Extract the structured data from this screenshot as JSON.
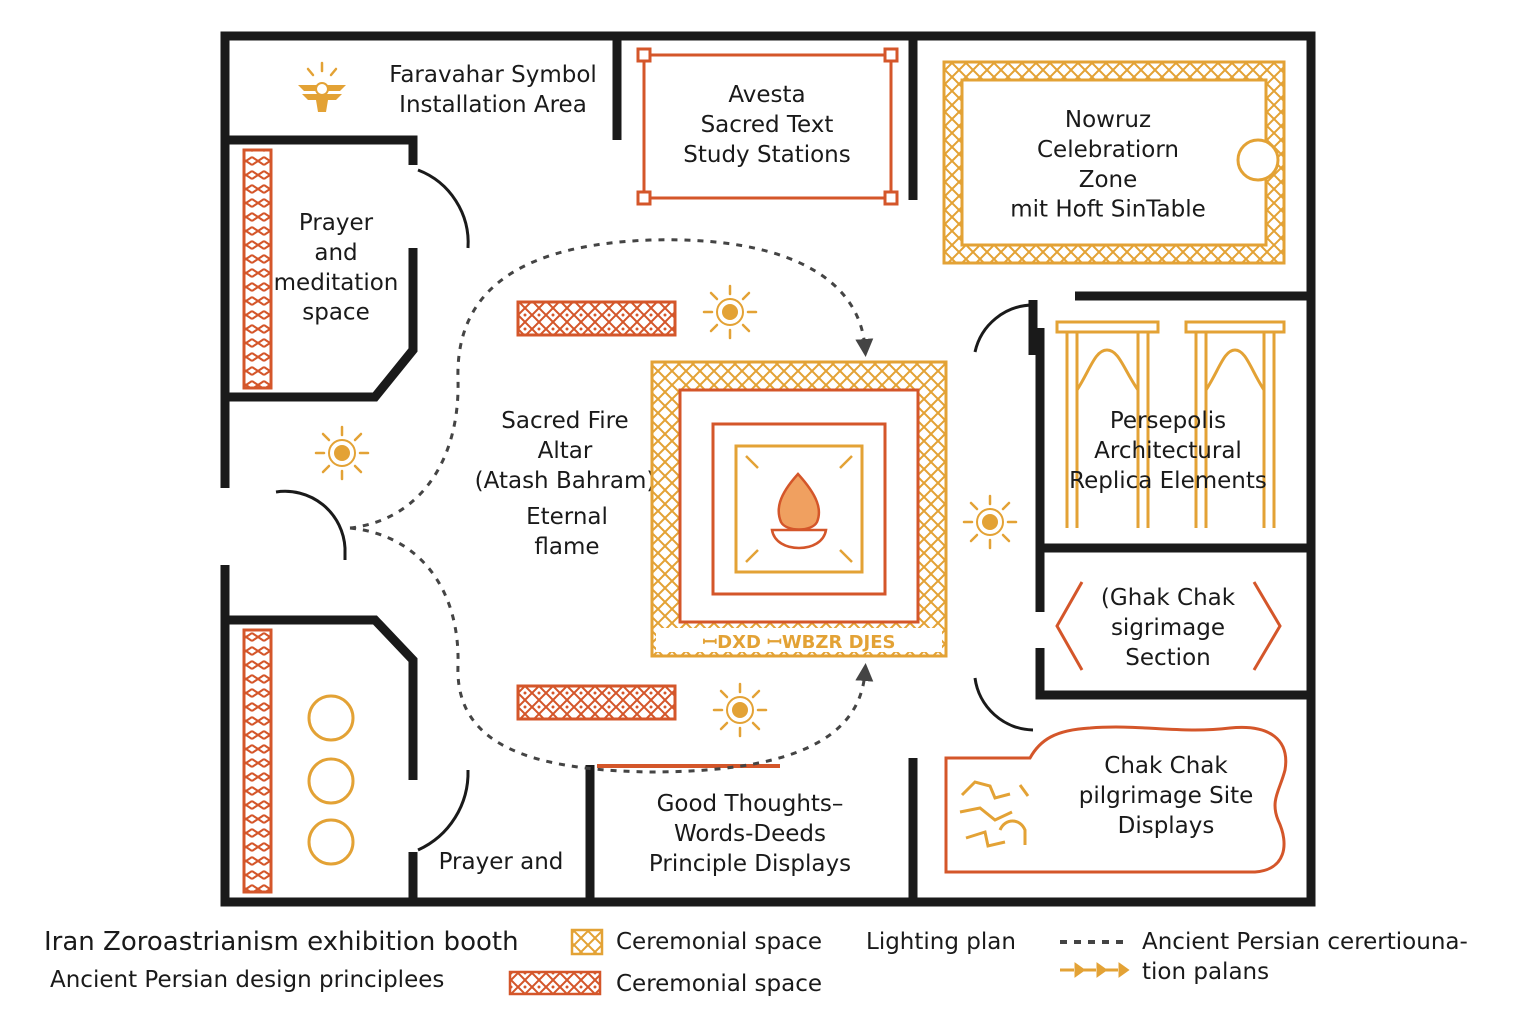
{
  "zones": {
    "faravahar": "Faravahar Symbol\nInstallation Area",
    "avesta": "Avesta\nSacred Text\nStudy Stations",
    "nowruz": "Nowruz\nCelebratiorn\nZone\nmit Hoft SinTable",
    "prayer_top": "Prayer\nand\nmeditation\nspace",
    "sacred_fire": "Sacred Fire\nAltar\n(Atash Bahram)",
    "eternal_flame": "Eternal\nflame",
    "altar_inscription": "ꟷDXD ꟷWBZR DJES",
    "persepolis": "Persepolis\nArchitectural\nReplica Elements",
    "chak_section": "(Ghak Chak\nsigrimage\nSection",
    "chak_displays": "Chak Chak\npilgrimage Site\nDisplays",
    "prayer_bottom": "Prayer and",
    "good_thoughts": "Good Thoughts–\nWords-Deeds\nPrinciple Displays"
  },
  "legend": {
    "title": "Iran Zoroastrianism exhibition booth",
    "subtitle": "Ancient Persian design principlees",
    "ceremonial_1": "Ceremonial space",
    "ceremonial_2": "Ceremonial space",
    "lighting": "Lighting plan",
    "routes": "Ancient Persian cerertiouna-\ntion palans"
  },
  "colors": {
    "wall": "#1a1a1a",
    "gold": "#e3a235",
    "red": "#d4562a",
    "flame": "#f0a060",
    "route": "#444444"
  }
}
